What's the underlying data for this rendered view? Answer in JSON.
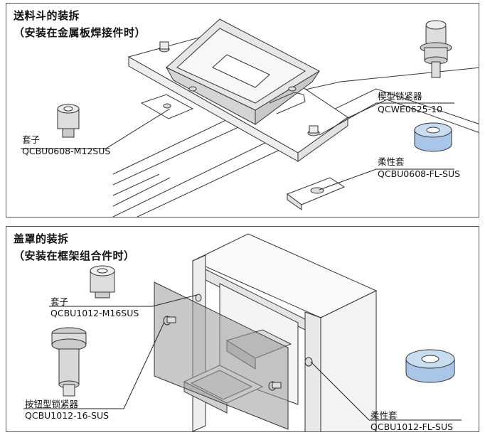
{
  "panel_top": {
    "title": "送料斗的装拆",
    "subtitle": "（安装在金属板焊接件时）",
    "callouts": {
      "sleeve": {
        "name": "套子",
        "code": "QCBU0608-M12SUS"
      },
      "wedge_lock": {
        "name": "楔型锁紧器",
        "code": "QCWE0625-10"
      },
      "flexible_sleeve": {
        "name": "柔性套",
        "code": "QCBU0608-FL-SUS"
      }
    }
  },
  "panel_bottom": {
    "title": "盖罩的装拆",
    "subtitle": "（安装在框架组合件时）",
    "callouts": {
      "sleeve": {
        "name": "套子",
        "code": "QCBU1012-M16SUS"
      },
      "button_lock": {
        "name": "按钮型锁紧器",
        "code": "QCBU1012-16-SUS"
      },
      "flexible_sleeve": {
        "name": "柔性套",
        "code": "QCBU1012-FL-SUS"
      }
    }
  },
  "colors": {
    "line": "#333333",
    "part_blue": "#a9c6e8",
    "cover_gray": "#9a9a9a"
  }
}
